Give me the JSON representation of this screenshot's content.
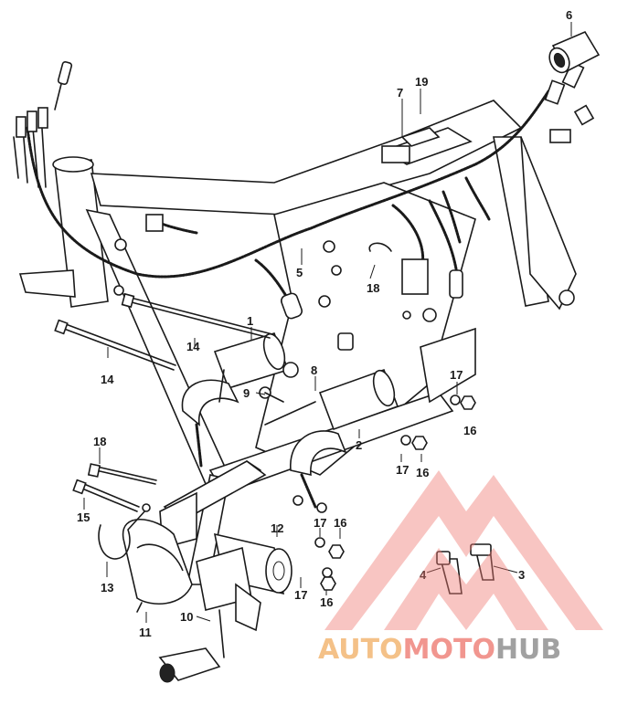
{
  "callouts": [
    {
      "id": "6",
      "label": "6"
    },
    {
      "id": "19",
      "label": "19"
    },
    {
      "id": "7a",
      "label": "7"
    },
    {
      "id": "5",
      "label": "5"
    },
    {
      "id": "18a",
      "label": "18"
    },
    {
      "id": "1",
      "label": "1"
    },
    {
      "id": "14a",
      "label": "14"
    },
    {
      "id": "14b",
      "label": "14"
    },
    {
      "id": "9",
      "label": "9"
    },
    {
      "id": "8",
      "label": "8"
    },
    {
      "id": "17a",
      "label": "17"
    },
    {
      "id": "16a",
      "label": "16"
    },
    {
      "id": "2",
      "label": "2"
    },
    {
      "id": "17b",
      "label": "17"
    },
    {
      "id": "16b",
      "label": "16"
    },
    {
      "id": "18b",
      "label": "18"
    },
    {
      "id": "15",
      "label": "15"
    },
    {
      "id": "13",
      "label": "13"
    },
    {
      "id": "12",
      "label": "12"
    },
    {
      "id": "17c",
      "label": "17"
    },
    {
      "id": "16c",
      "label": "16"
    },
    {
      "id": "17d",
      "label": "17"
    },
    {
      "id": "16d",
      "label": "16"
    },
    {
      "id": "4",
      "label": "4"
    },
    {
      "id": "3",
      "label": "3"
    },
    {
      "id": "10",
      "label": "10"
    },
    {
      "id": "11",
      "label": "11"
    }
  ],
  "watermark": {
    "part1": "AUTO",
    "part2": "MOTO",
    "part3": "HUB",
    "colors": {
      "auto": "#f2b26b",
      "moto": "#ee7c74",
      "hub": "#8a8a8a",
      "triangle": "#ee7c74"
    }
  }
}
